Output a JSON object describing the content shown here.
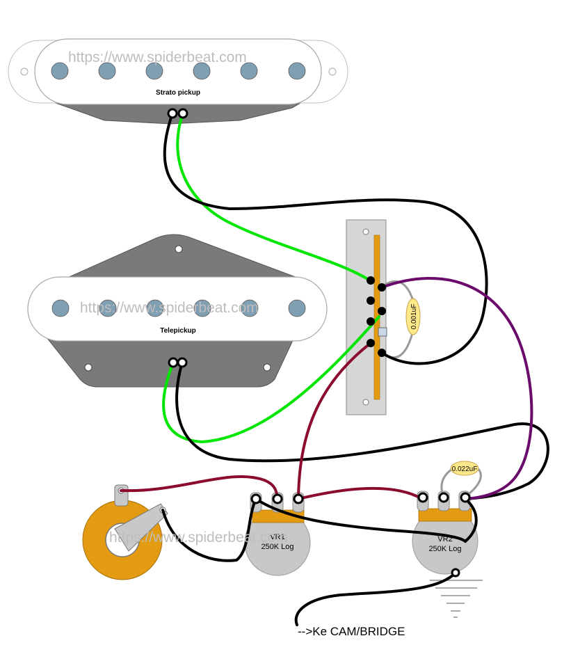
{
  "watermark": "https://www.spiderbeat.com",
  "strat_pickup": {
    "label": "Strato pickup"
  },
  "tele_pickup": {
    "label": "Telepickup"
  },
  "switch_cap": {
    "label": "0.001uF"
  },
  "tone_cap": {
    "label": "0.022uF"
  },
  "vr1": {
    "line1": "VR1",
    "line2": "250K Log"
  },
  "vr2": {
    "line1": "VR2",
    "line2": "250K Log"
  },
  "output": {
    "label": "-->Ke CAM/BRIDGE"
  },
  "colors": {
    "hot": "#00e600",
    "ground": "#000000",
    "signal": "#8b0a2e",
    "tone": "#6a0a6a",
    "pot_tab": "#e39b12",
    "pot_body": "#c8c8c8",
    "pole": "#7f9fb3",
    "jack": "#e39b12",
    "cap": "#ffe88a"
  }
}
